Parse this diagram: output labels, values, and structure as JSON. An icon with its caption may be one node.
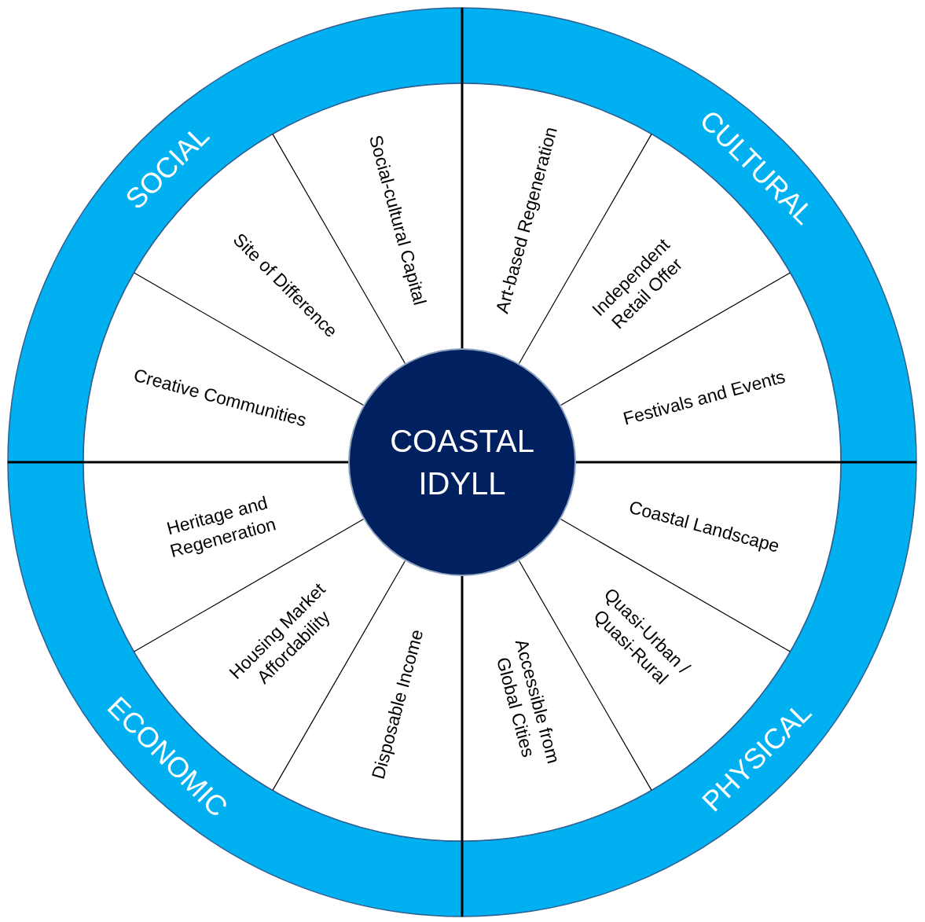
{
  "diagram": {
    "nodes": [
      {
        "text": [
          "SOCIAL"
        ]
      },
      {
        "text": [
          "CULTURAL"
        ]
      },
      {
        "text": [
          "ECONOMIC"
        ]
      },
      {
        "text": [
          "PHYSICAL"
        ]
      },
      {
        "text": [
          "COASTAL IDYLL"
        ]
      },
      {
        "text": [
          "Art-based Regeneration"
        ]
      },
      {
        "text": [
          "Independent Retail Offer"
        ]
      },
      {
        "text": [
          "Festivals and Events"
        ]
      },
      {
        "text": [
          "Coastal Landscape"
        ]
      },
      {
        "text": [
          "Quasi-Urban / Quasi-Rural"
        ]
      },
      {
        "text": [
          "Accessible from Global Cities"
        ]
      },
      {
        "text": [
          "Disposable Income"
        ]
      },
      {
        "text": [
          "Housing Market Affordability"
        ]
      },
      {
        "text": [
          "Heritage and Regeneration"
        ]
      },
      {
        "text": [
          "Creative Communities"
        ]
      },
      {
        "text": [
          "Site of Difference"
        ]
      },
      {
        "text": [
          "Social-cultural Capital"
        ]
      }
    ]
  }
}
